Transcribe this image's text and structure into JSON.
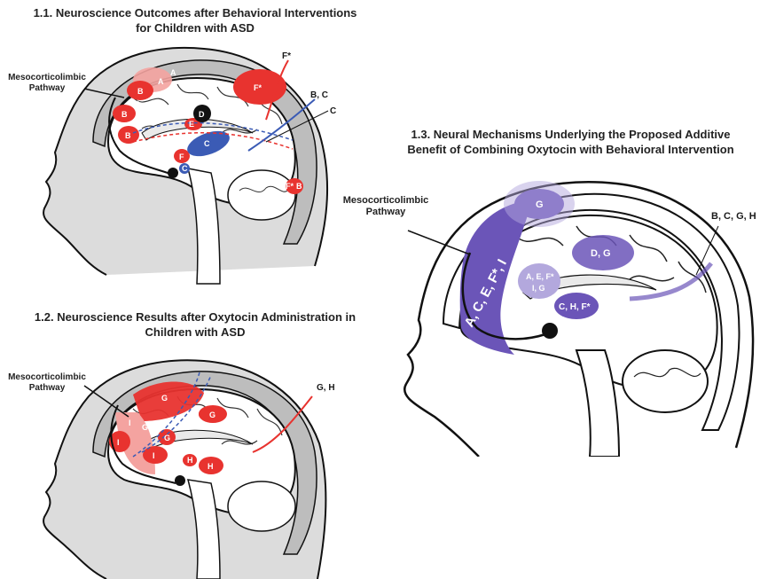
{
  "panel1": {
    "title_line1": "1.1. Neuroscience Outcomes after Behavioral Interventions",
    "title_line2": "for Children with ASD",
    "pathway_line1": "Mesocorticolimbic",
    "pathway_line2": "Pathway",
    "callouts": [
      "F*",
      "B, C",
      "C"
    ],
    "region_labels": [
      "A",
      "B",
      "B",
      "F*",
      "B",
      "C",
      "D",
      "F*",
      "C",
      "F",
      "C",
      "F*",
      "B",
      "E",
      "A",
      "A"
    ]
  },
  "panel2": {
    "title_line1": "1.2. Neuroscience Results after Oxytocin Administration in",
    "title_line2": "Children with ASD",
    "pathway_line1": "Mesocorticolimbic",
    "pathway_line2": "Pathway",
    "callouts": [
      "G, H"
    ],
    "region_labels": [
      "G",
      "G",
      "G",
      "I",
      "I",
      "H",
      "H",
      "G",
      "I"
    ]
  },
  "panel3": {
    "title_line1": "1.3. Neural Mechanisms Underlying the Proposed Additive",
    "title_line2": "Benefit of Combining Oxytocin with Behavioral Intervention",
    "pathway_line1": "Mesocorticolimbic",
    "pathway_line2": "Pathway",
    "callouts": [
      "B, C, G, H"
    ],
    "region_labels": [
      "G",
      "A, C, E, F*, I",
      "D, G",
      "A, E, F*",
      "I, G",
      "C, H, F*"
    ]
  },
  "colors": {
    "red": "#e8332f",
    "light_red": "#f4a3a0",
    "blue": "#3b5bb5",
    "purple": "#6b55b8",
    "light_purple": "#b3a8dd",
    "outline": "#111111",
    "gray_head": "#cfcfcf"
  }
}
